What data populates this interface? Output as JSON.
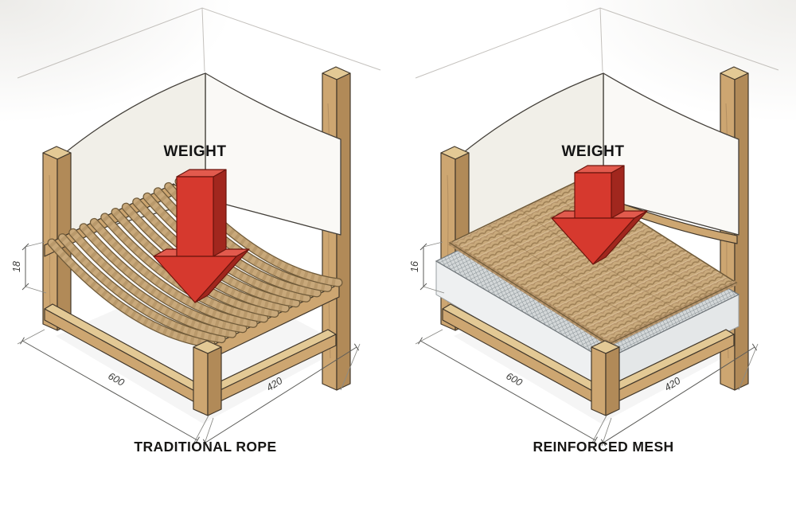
{
  "page": {
    "background": "#ffffff"
  },
  "figures": [
    {
      "id": "traditional-rope",
      "caption": "TRADITIONAL ROPE",
      "weight_label": "WEIGHT",
      "dims": {
        "height": "18",
        "width": "600",
        "depth": "420"
      }
    },
    {
      "id": "reinforced-mesh",
      "caption": "REINFORCED MESH",
      "weight_label": "WEIGHT",
      "dims": {
        "height": "16",
        "width": "600",
        "depth": "420"
      }
    }
  ],
  "colors": {
    "arrow_front": "#d6392e",
    "arrow_side": "#a1271e",
    "arrow_top": "#e25a4d",
    "wood_front": "#cda671",
    "wood_side": "#b18a58",
    "wood_top": "#e3c995",
    "rope": "#c8a87a",
    "panel": "#faf9f6",
    "mesh": "#d3d7d8",
    "slab": "#eef0f1",
    "dimension_line": "#5b5b58",
    "text": "#141414"
  }
}
